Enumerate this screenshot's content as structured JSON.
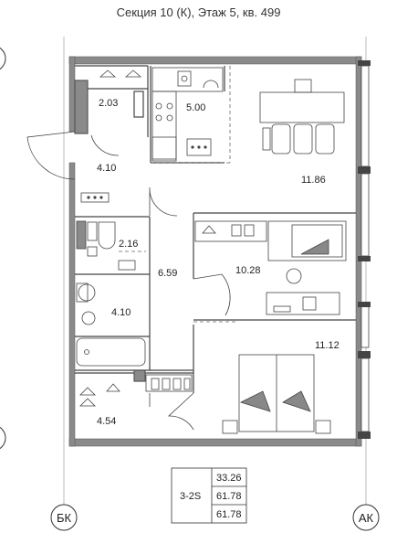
{
  "header": {
    "title": "Секция 10 (К), Этаж 5, кв. 499"
  },
  "rooms": {
    "wardrobe_top": "2.03",
    "kitchen": "5.00",
    "living": "11.86",
    "hall_top": "4.10",
    "wc": "2.16",
    "bedroom_mid": "10.28",
    "corridor": "6.59",
    "bath": "4.10",
    "bedroom_main": "11.12",
    "wardrobe_bottom": "4.54"
  },
  "axes": {
    "left": "БК",
    "right": "АК"
  },
  "summary": {
    "type": "3-2S",
    "living_area": "33.26",
    "total_area": "61.78",
    "total_area_2": "61.78"
  },
  "colors": {
    "wall": "#8a8a8a",
    "line": "#444444",
    "dash": "#666666"
  }
}
